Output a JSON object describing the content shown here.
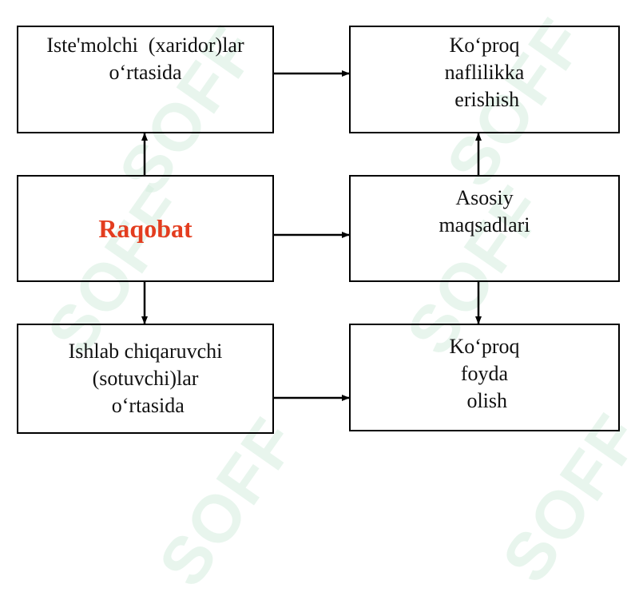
{
  "watermark": {
    "text": "SOFF",
    "color": "#d6eee0"
  },
  "boxes": {
    "consumers": {
      "lines": [
        "Iste'molchi  (xaridor)lar",
        "o‘rtasida"
      ]
    },
    "more_utility": {
      "lines": [
        "Ko‘proq",
        "naflilikka",
        " erishish"
      ]
    },
    "competition": {
      "label": "Raqobat",
      "color": "#e33d1f"
    },
    "main_goals": {
      "lines": [
        "Asosiy",
        "maqsadlari"
      ]
    },
    "producers": {
      "lines": [
        "Ishlab chiqaruvchi",
        "(sotuvchi)lar",
        " o‘rtasida"
      ]
    },
    "more_profit": {
      "lines": [
        "Ko‘proq",
        "foyda",
        " olish"
      ]
    }
  }
}
